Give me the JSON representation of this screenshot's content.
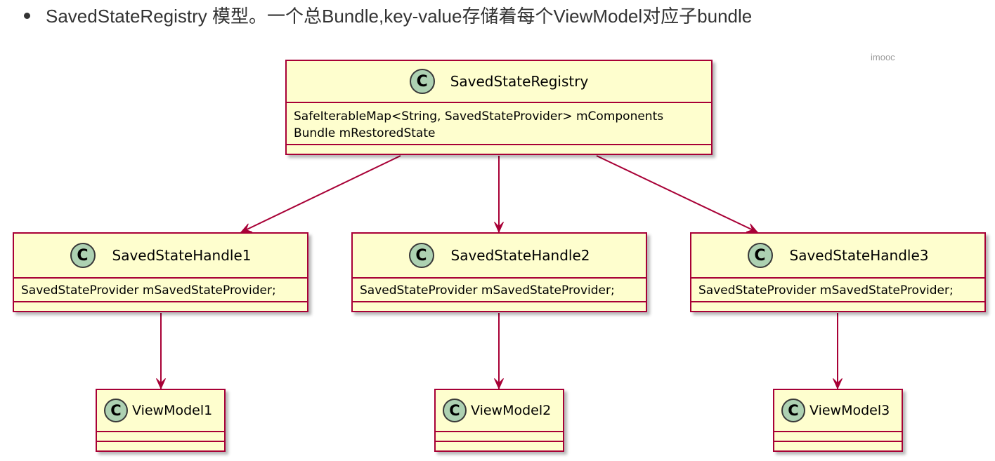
{
  "heading": {
    "text": "SavedStateRegistry 模型。一个总Bundle,key-value存储着每个ViewModel对应子bundle"
  },
  "watermark": "imooc",
  "colors": {
    "class_fill": "#fefece",
    "class_border": "#a80036",
    "arrow": "#a80036",
    "icon_fill": "#add1b2",
    "heading_text": "#333333"
  },
  "icon_letter": "C",
  "classes": {
    "registry": {
      "name": "SavedStateRegistry",
      "fields": [
        "SafeIterableMap<String, SavedStateProvider> mComponents",
        "Bundle mRestoredState"
      ]
    },
    "handle1": {
      "name": "SavedStateHandle1",
      "fields": [
        "SavedStateProvider mSavedStateProvider;"
      ]
    },
    "handle2": {
      "name": "SavedStateHandle2",
      "fields": [
        "SavedStateProvider mSavedStateProvider;"
      ]
    },
    "handle3": {
      "name": "SavedStateHandle3",
      "fields": [
        "SavedStateProvider mSavedStateProvider;"
      ]
    },
    "viewmodel1": {
      "name": "ViewModel1",
      "fields": []
    },
    "viewmodel2": {
      "name": "ViewModel2",
      "fields": []
    },
    "viewmodel3": {
      "name": "ViewModel3",
      "fields": []
    }
  },
  "relations": [
    {
      "from": "registry",
      "to": "handle1"
    },
    {
      "from": "registry",
      "to": "handle2"
    },
    {
      "from": "registry",
      "to": "handle3"
    },
    {
      "from": "handle1",
      "to": "viewmodel1"
    },
    {
      "from": "handle2",
      "to": "viewmodel2"
    },
    {
      "from": "handle3",
      "to": "viewmodel3"
    }
  ]
}
